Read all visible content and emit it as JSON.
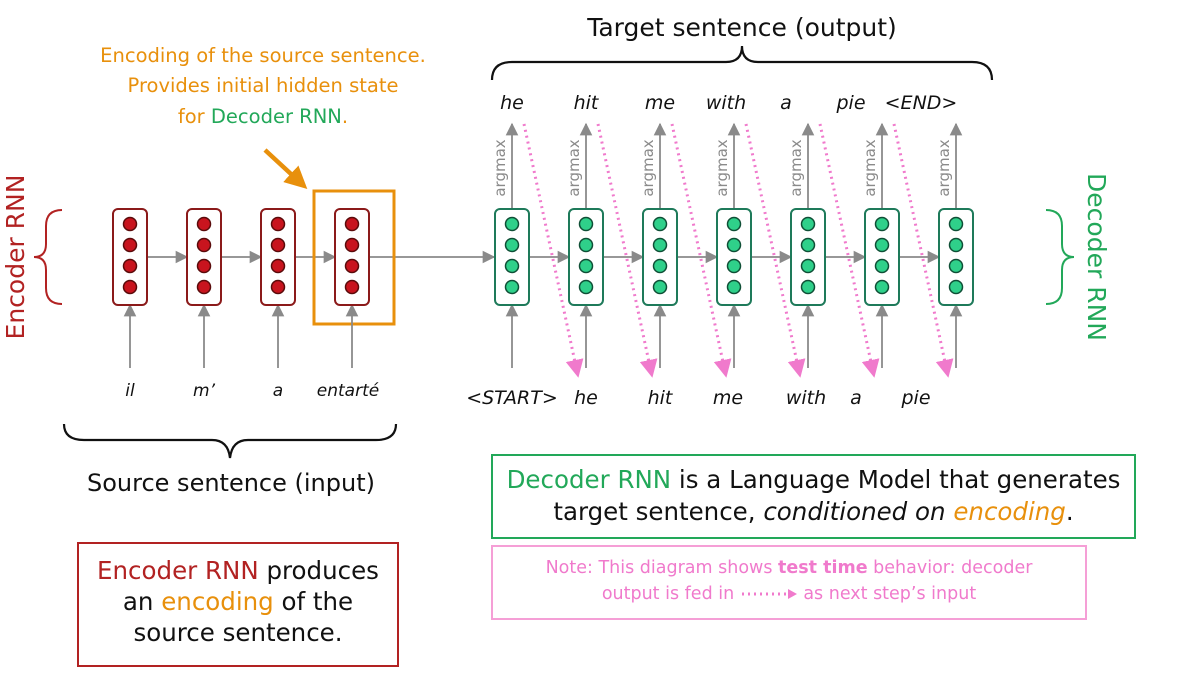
{
  "title_top": "Target sentence (output)",
  "annotation": {
    "line1": "Encoding of the source sentence.",
    "line2": "Provides initial hidden state",
    "line3_prefix": "for ",
    "line3_highlight": "Decoder RNN",
    "line3_suffix": "."
  },
  "encoder_label": "Encoder RNN",
  "decoder_label": "Decoder RNN",
  "source_label": "Source sentence (input)",
  "source_words": [
    "il",
    "m’",
    "a",
    "entarté"
  ],
  "decoder_inputs": [
    "<START>",
    "he",
    "hit",
    "me",
    "with",
    "a",
    "pie"
  ],
  "decoder_outputs": [
    "he",
    "hit",
    "me",
    "with",
    "a",
    "pie",
    "<END>"
  ],
  "argmax_label": "argmax",
  "encoder_box": {
    "part1": "Encoder RNN",
    "part2": " produces",
    "part3": "an ",
    "part4": "encoding",
    "part5": " of the",
    "part6": "source sentence."
  },
  "decoder_box": {
    "part1": "Decoder RNN",
    "part2": " is a Language Model that generates",
    "part3": "target sentence, ",
    "part4": "conditioned on",
    "part5": " ",
    "part6": "encoding",
    "part7": "."
  },
  "note_box": {
    "part1": "Note: This diagram shows ",
    "part2": "test time",
    "part3": " behavior: decoder",
    "part4": "output is fed in ",
    "part5": " as next step’s input"
  },
  "colors": {
    "encoder": "#b22222",
    "encoder_dot": "#c8141e",
    "decoder": "#1e7a5a",
    "decoder_dot": "#2fd08a",
    "orange": "#e8900c",
    "green_text": "#22a859",
    "pink": "#f07acc",
    "gray": "#8a8a8a"
  }
}
